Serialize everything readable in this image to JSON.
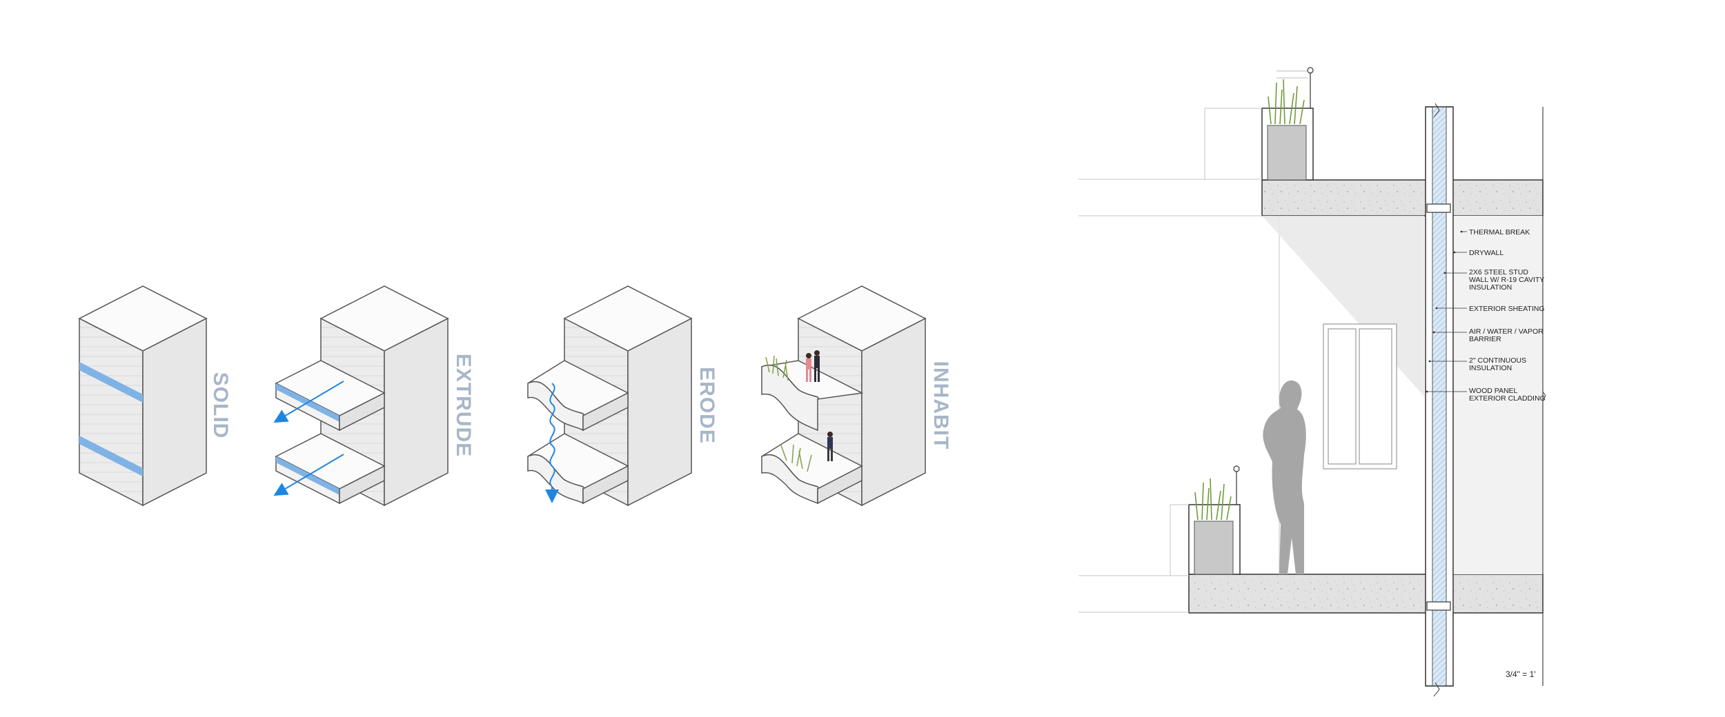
{
  "diagram": {
    "steps": [
      {
        "id": "solid",
        "label": "SOLID"
      },
      {
        "id": "extrude",
        "label": "EXTRUDE"
      },
      {
        "id": "erode",
        "label": "ERODE"
      },
      {
        "id": "inhabit",
        "label": "INHABIT"
      }
    ],
    "accent_color": "#7fb3e6",
    "arrow_color": "#1f86e0",
    "label_color": "#a7b6c8"
  },
  "section": {
    "notes": [
      {
        "lines": [
          "THERMAL BREAK"
        ]
      },
      {
        "lines": [
          "DRYWALL"
        ]
      },
      {
        "lines": [
          "2X6 STEEL STUD",
          "WALL W/ R-19 CAVITY",
          "INSULATION"
        ]
      },
      {
        "lines": [
          "EXTERIOR SHEATING"
        ]
      },
      {
        "lines": [
          "AIR / WATER / VAPOR",
          "BARRIER"
        ]
      },
      {
        "lines": [
          "2\" CONTINUOUS",
          "INSULATION"
        ]
      },
      {
        "lines": [
          "WOOD PANEL",
          "EXTERIOR CLADDING"
        ]
      }
    ],
    "scale": "3/4\" = 1'"
  }
}
